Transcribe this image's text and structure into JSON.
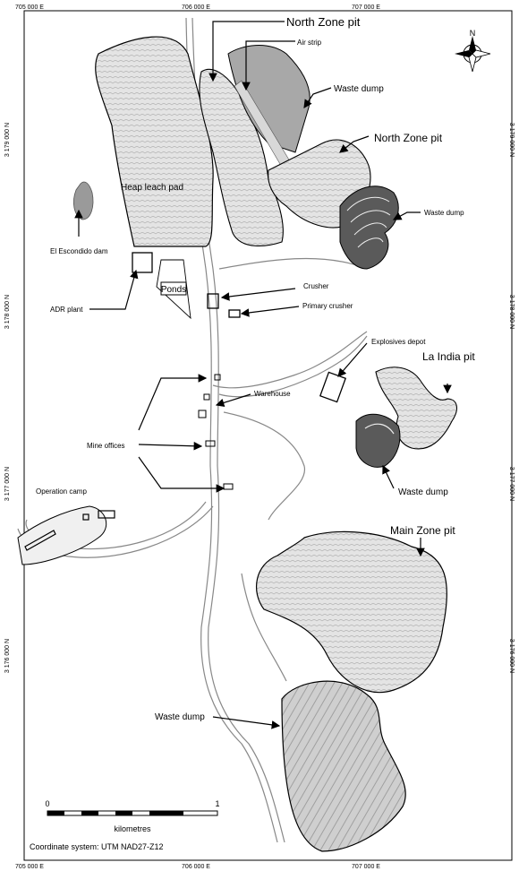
{
  "coords": {
    "top": [
      "705 000 E",
      "706 000 E",
      "707 000 E"
    ],
    "bottom": [
      "705 000 E",
      "706 000 E",
      "707 000 E"
    ],
    "left": [
      "3 179 000 N",
      "3 178 000 N",
      "3 177 000 N",
      "3 176 000 N"
    ],
    "right": [
      "3 179 000 N",
      "3 178 000 N",
      "3 177 000 N",
      "3 176 000 N"
    ]
  },
  "north_arrow": {
    "label": "N"
  },
  "labels": {
    "north_zone_pit_1": "North Zone pit",
    "air_strip": "Air strip",
    "waste_dump_1": "Waste  dump",
    "north_zone_pit_2": "North Zone pit",
    "waste_dump_2": "Waste dump",
    "heap_leach_pad": "Heap leach pad",
    "el_escondido_dam": "El Escondido dam",
    "adr_plant": "ADR plant",
    "ponds": "Ponds",
    "crusher": "Crusher",
    "primary_crusher": "Primary crusher",
    "explosives_depot": "Explosives depot",
    "la_india_pit": "La India pit",
    "warehouse": "Warehouse",
    "mine_offices": "Mine offices",
    "waste_dump_3": "Waste dump",
    "operation_camp": "Operation camp",
    "main_zone_pit": "Main Zone pit",
    "waste_dump_4": "Waste dump"
  },
  "scale": {
    "start": "0",
    "end": "1",
    "unit": "kilometres"
  },
  "coordinate_system": "Coordinate system: UTM NAD27-Z12",
  "colors": {
    "light_fill": "#c8c8c8",
    "medium_fill": "#a8a8a8",
    "dark_fill": "#5a5a5a",
    "line": "#000000"
  }
}
